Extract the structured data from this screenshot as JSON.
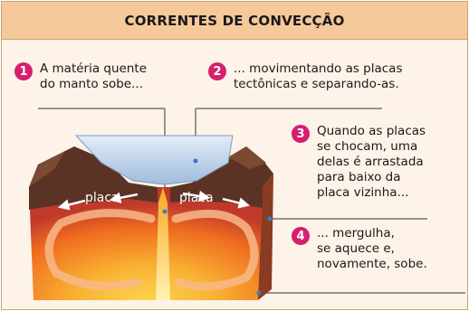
{
  "header": {
    "title": "CORRENTES DE CONVECÇÃO"
  },
  "steps": [
    {
      "number": "1",
      "text": "A matéria quente\ndo manto sobe..."
    },
    {
      "number": "2",
      "text": "... movimentando as placas\ntectônicas e separando-as."
    },
    {
      "number": "3",
      "text": "Quando as placas\nse chocam, uma\ndelas é arrastada\npara baixo da\nplaca vizinha..."
    },
    {
      "number": "4",
      "text": "... mergulha,\nse aquece e,\nnovamente, sobe."
    }
  ],
  "diagram": {
    "plate_labels": [
      "placa",
      "placa"
    ],
    "colors": {
      "accent": "#d61f6e",
      "header_bg": "#f6c99a",
      "panel_bg": "#fdf3e8",
      "mantle_hot": "#f9b233",
      "mantle_mid": "#ef6c1f",
      "mantle_edge": "#c0392b",
      "ocean": "#bcd3ea",
      "crust": "#6b3b2a"
    }
  }
}
